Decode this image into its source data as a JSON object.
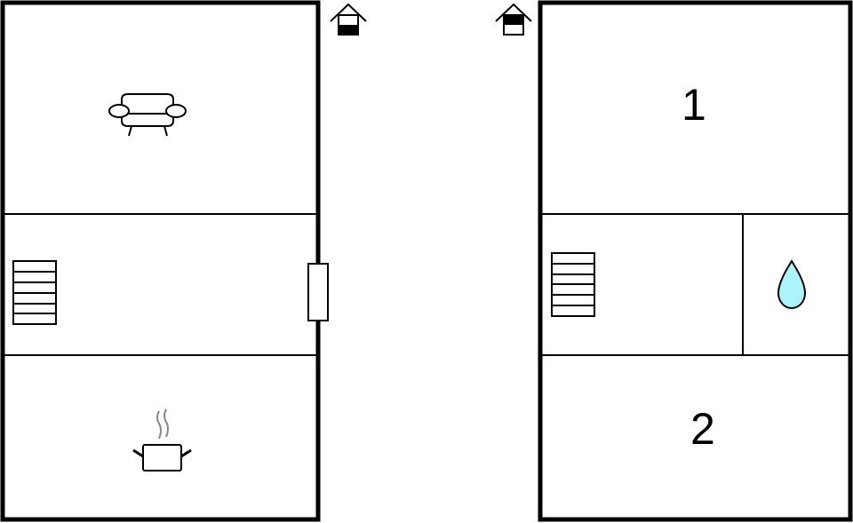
{
  "diagram": {
    "type": "floor-plan",
    "colors": {
      "wall": "#000000",
      "background": "#ffffff",
      "water": "#aaf4fa",
      "steam": "#888888"
    },
    "floors": [
      {
        "id": "ground-floor",
        "indicator_icon": "house-lower-floor-icon",
        "rooms": [
          {
            "name": "living-room",
            "icon": "sofa-icon"
          },
          {
            "name": "hallway",
            "icon": "stairs-icon",
            "features": [
              "door"
            ]
          },
          {
            "name": "kitchen",
            "icon": "cooking-pot-icon"
          }
        ]
      },
      {
        "id": "upper-floor",
        "indicator_icon": "house-upper-floor-icon",
        "rooms": [
          {
            "name": "bedroom-1",
            "label": "1"
          },
          {
            "name": "landing",
            "icon": "stairs-icon"
          },
          {
            "name": "bathroom",
            "icon": "water-drop-icon"
          },
          {
            "name": "bedroom-2",
            "label": "2"
          }
        ]
      }
    ]
  }
}
